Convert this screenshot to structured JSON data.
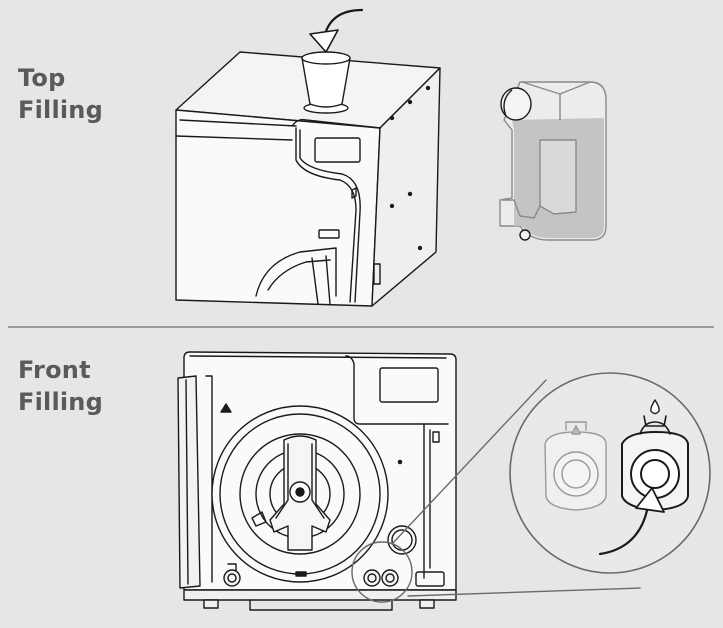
{
  "sections": [
    {
      "id": "top",
      "title_line1": "Top",
      "title_line2": "Filling"
    },
    {
      "id": "front",
      "title_line1": "Front",
      "title_line2": "Filling"
    }
  ],
  "colors": {
    "background": "#e6e6e6",
    "divider": "#9a9a9a",
    "label": "#5a5a5a",
    "outline": "#1a1a1a",
    "faded_outline": "#8a8a8a",
    "water": "#bdbdbd"
  },
  "icons": [
    "down-arrow-icon",
    "curved-arrow-icon",
    "warning-icon",
    "water-drop-icon"
  ]
}
